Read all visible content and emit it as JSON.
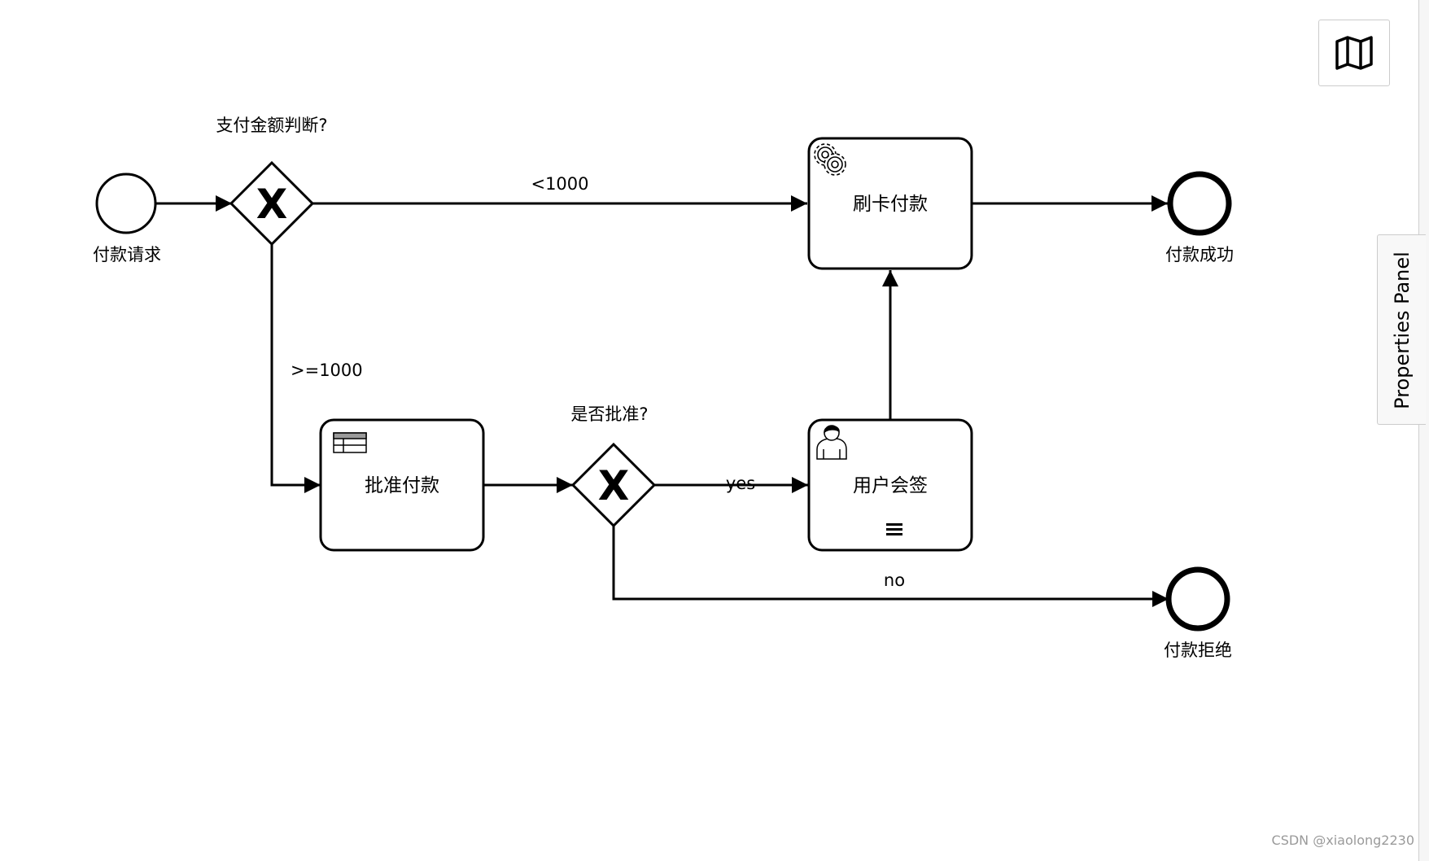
{
  "diagram": {
    "start_event_label": "付款请求",
    "gateway_amount_label": "支付金额判断?",
    "flow_lt_1000_label": "<1000",
    "flow_gte_1000_label": ">=1000",
    "task_card_payment_label": "刷卡付款",
    "task_approve_payment_label": "批准付款",
    "gateway_approval_label": "是否批准?",
    "flow_yes_label": "yes",
    "flow_no_label": "no",
    "task_user_countersign_label": "用户会签",
    "end_success_label": "付款成功",
    "end_rejected_label": "付款拒绝",
    "gateway_marker": "X"
  },
  "ui": {
    "properties_panel_label": "Properties Panel",
    "minimap_icon": "map-icon"
  },
  "watermark": "CSDN @xiaolong2230"
}
